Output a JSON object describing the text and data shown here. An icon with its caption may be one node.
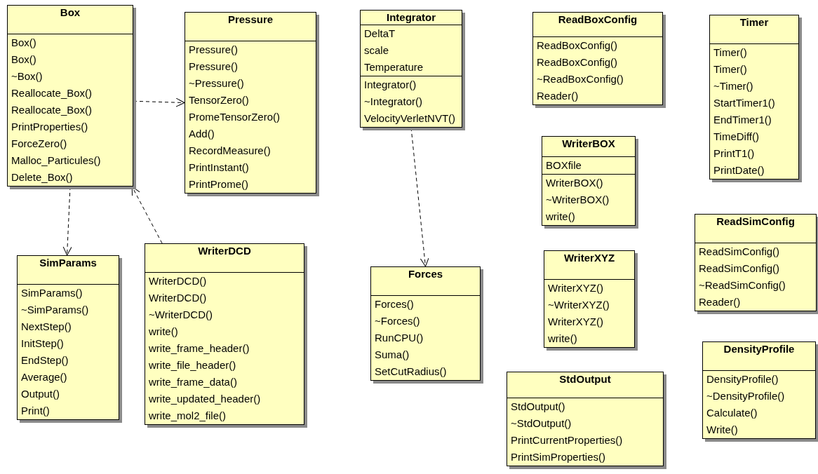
{
  "diagram": {
    "nodes": [
      {
        "text": [
          "Box"
        ]
      },
      {
        "text": [
          "Box()",
          "Box()",
          "~Box()",
          "Reallocate_Box()",
          "Reallocate_Box()",
          "PrintProperties()",
          "ForceZero()",
          "Malloc_Particules()",
          "Delete_Box()"
        ],
        "in": 0
      },
      {
        "text": [
          "Pressure"
        ]
      },
      {
        "text": [
          "Pressure()",
          "Pressure()",
          "~Pressure()",
          "TensorZero()",
          "PromeTensorZero()",
          "Add()",
          "RecordMeasure()",
          "PrintInstant()",
          "PrintProme()"
        ],
        "in": 2
      },
      {
        "text": [
          "Integrator"
        ]
      },
      {
        "text": [
          "DeltaT",
          "scale",
          "Temperature"
        ],
        "in": 4
      },
      {
        "text": [
          "Integrator()",
          "~Integrator()",
          "VelocityVerletNVT()"
        ],
        "in": 4
      },
      {
        "text": [
          "ReadBoxConfig"
        ]
      },
      {
        "text": [
          "ReadBoxConfig()",
          "ReadBoxConfig()",
          "~ReadBoxConfig()",
          "Reader()"
        ],
        "in": 7
      },
      {
        "text": [
          "Timer"
        ]
      },
      {
        "text": [
          "Timer()",
          "Timer()",
          "~Timer()",
          "StartTimer1()",
          "EndTimer1()",
          "TimeDiff()",
          "PrintT1()",
          "PrintDate()"
        ],
        "in": 9
      },
      {
        "text": [
          "WriterBOX"
        ]
      },
      {
        "text": [
          "BOXfile"
        ],
        "in": 11
      },
      {
        "text": [
          "WriterBOX()",
          "~WriterBOX()",
          "write()"
        ],
        "in": 11
      },
      {
        "text": [
          "ReadSimConfig"
        ]
      },
      {
        "text": [
          "ReadSimConfig()",
          "ReadSimConfig()",
          "~ReadSimConfig()",
          "Reader()"
        ],
        "in": 14
      },
      {
        "text": [
          "SimParams"
        ]
      },
      {
        "text": [
          "SimParams()",
          "~SimParams()",
          "NextStep()",
          "InitStep()",
          "EndStep()",
          "Average()",
          "Output()",
          "Print()"
        ],
        "in": 16
      },
      {
        "text": [
          "WriterDCD"
        ]
      },
      {
        "text": [
          "WriterDCD()",
          "WriterDCD()",
          "~WriterDCD()",
          "write()",
          "write_frame_header()",
          "write_file_header()",
          "write_frame_data()",
          "write_updated_header()",
          "write_mol2_file()"
        ],
        "in": 18
      },
      {
        "text": [
          "Forces"
        ]
      },
      {
        "text": [
          "Forces()",
          "~Forces()",
          "RunCPU()",
          "Suma()",
          "SetCutRadius()"
        ],
        "in": 20
      },
      {
        "text": [
          "WriterXYZ"
        ]
      },
      {
        "text": [
          "WriterXYZ()",
          "~WriterXYZ()",
          "WriterXYZ()",
          "write()"
        ],
        "in": 22
      },
      {
        "text": [
          "DensityProfile"
        ]
      },
      {
        "text": [
          "DensityProfile()",
          "~DensityProfile()",
          "Calculate()",
          "Write()"
        ],
        "in": 24
      },
      {
        "text": [
          "StdOutput"
        ]
      },
      {
        "text": [
          "StdOutput()",
          "~StdOutput()",
          "PrintCurrentProperties()",
          "PrintSimProperties()"
        ],
        "in": 26
      }
    ],
    "edges": [
      {
        "from": 0,
        "to": 2,
        "arrow": "to",
        "style": "dashed"
      },
      {
        "from": 0,
        "to": 16,
        "arrow": "to",
        "style": "dashed"
      },
      {
        "from": 18,
        "to": 0,
        "arrow": "to",
        "style": "dashed"
      },
      {
        "from": 4,
        "to": 20,
        "arrow": "to",
        "style": "dashed"
      }
    ]
  }
}
